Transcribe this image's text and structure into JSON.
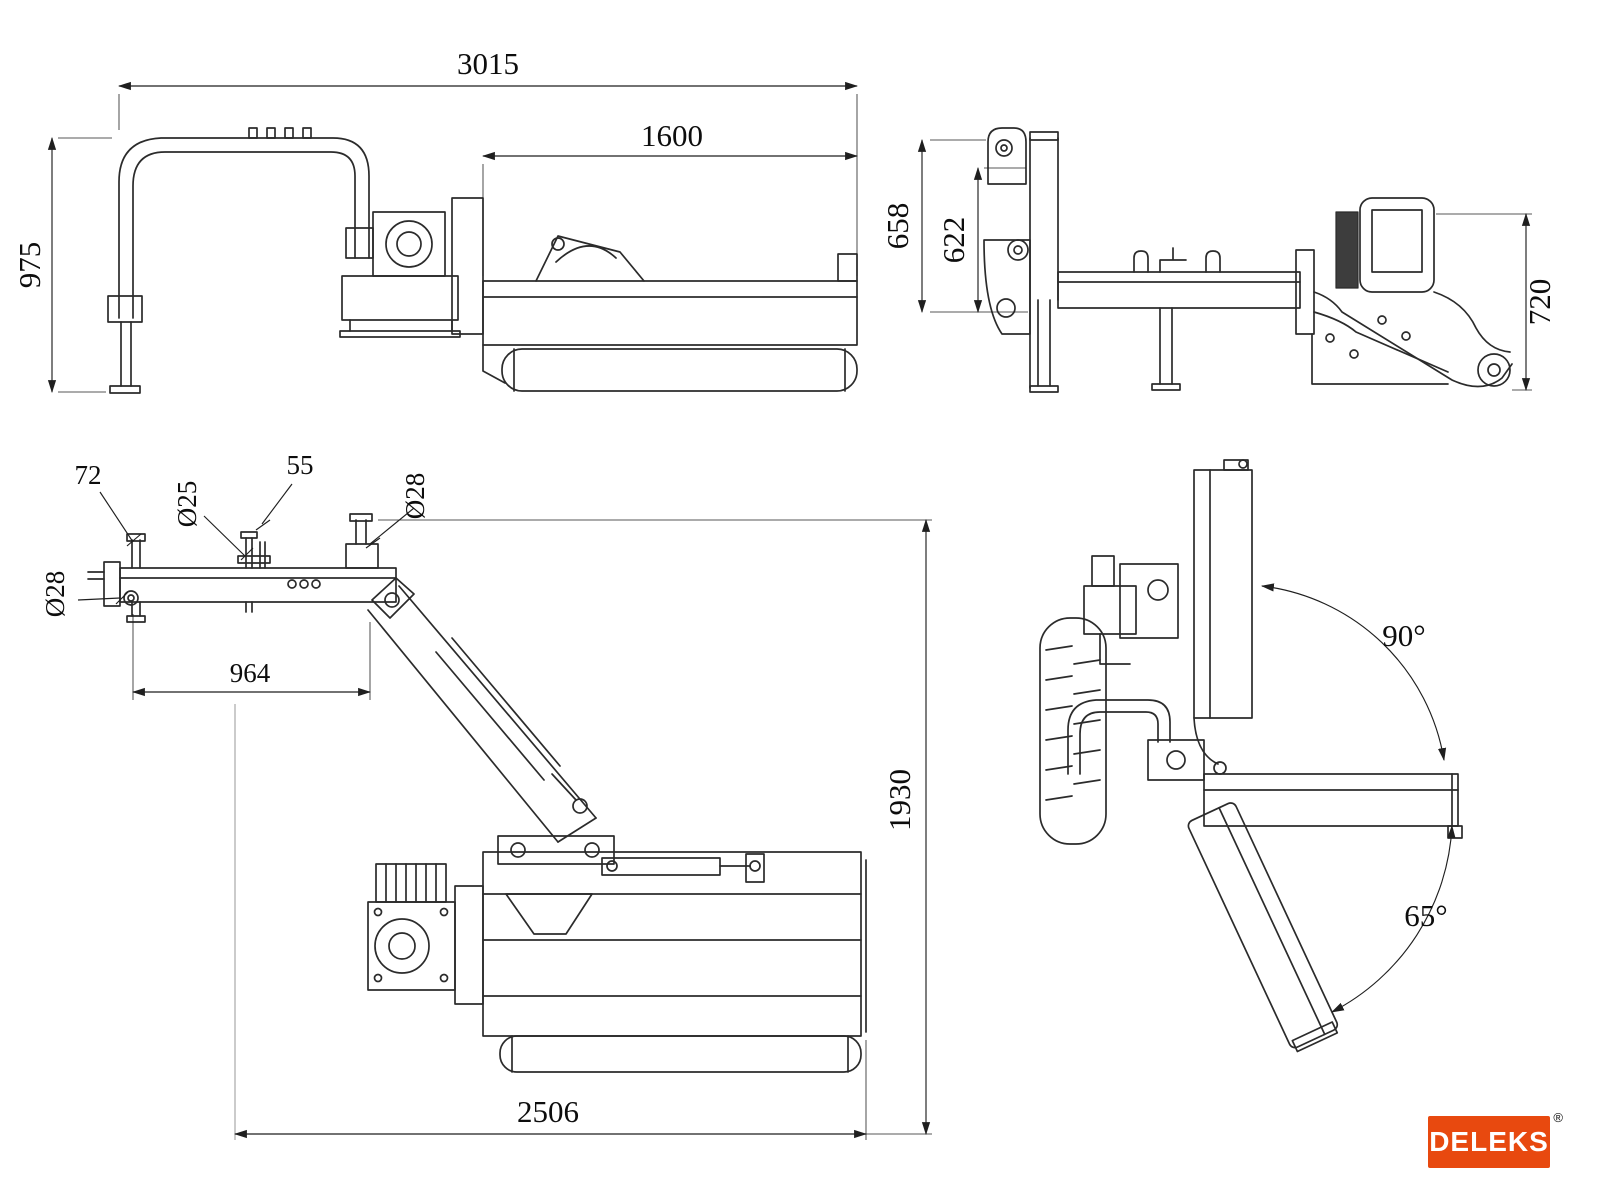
{
  "drawing": {
    "type": "technical-dimension-drawing",
    "line_color": "#2b2b2b"
  },
  "views": {
    "side": {
      "name": "side-view-transport",
      "dims": {
        "overall_width": "3015",
        "deck_width": "1600",
        "frame_height": "975"
      }
    },
    "rear": {
      "name": "rear-view",
      "dims": {
        "hitch_height": "658",
        "hitch_inner_height": "622",
        "head_height": "720"
      }
    },
    "folded": {
      "name": "folded-side-view",
      "dims": {
        "pin_offset": "72",
        "pin_dia_mid": "Ø25",
        "pin_spacing": "55",
        "pin_dia_top": "Ø28",
        "pin_dia_left": "Ø28",
        "beam_length": "964",
        "overall_height": "1930",
        "overall_length": "2506"
      }
    },
    "angles": {
      "name": "working-angle-view",
      "dims": {
        "angle_up": "90°",
        "angle_down": "65°"
      }
    }
  },
  "logo": {
    "text": "DELEKS",
    "registered": "®",
    "background": "#e8490f",
    "text_color": "#ffffff"
  }
}
